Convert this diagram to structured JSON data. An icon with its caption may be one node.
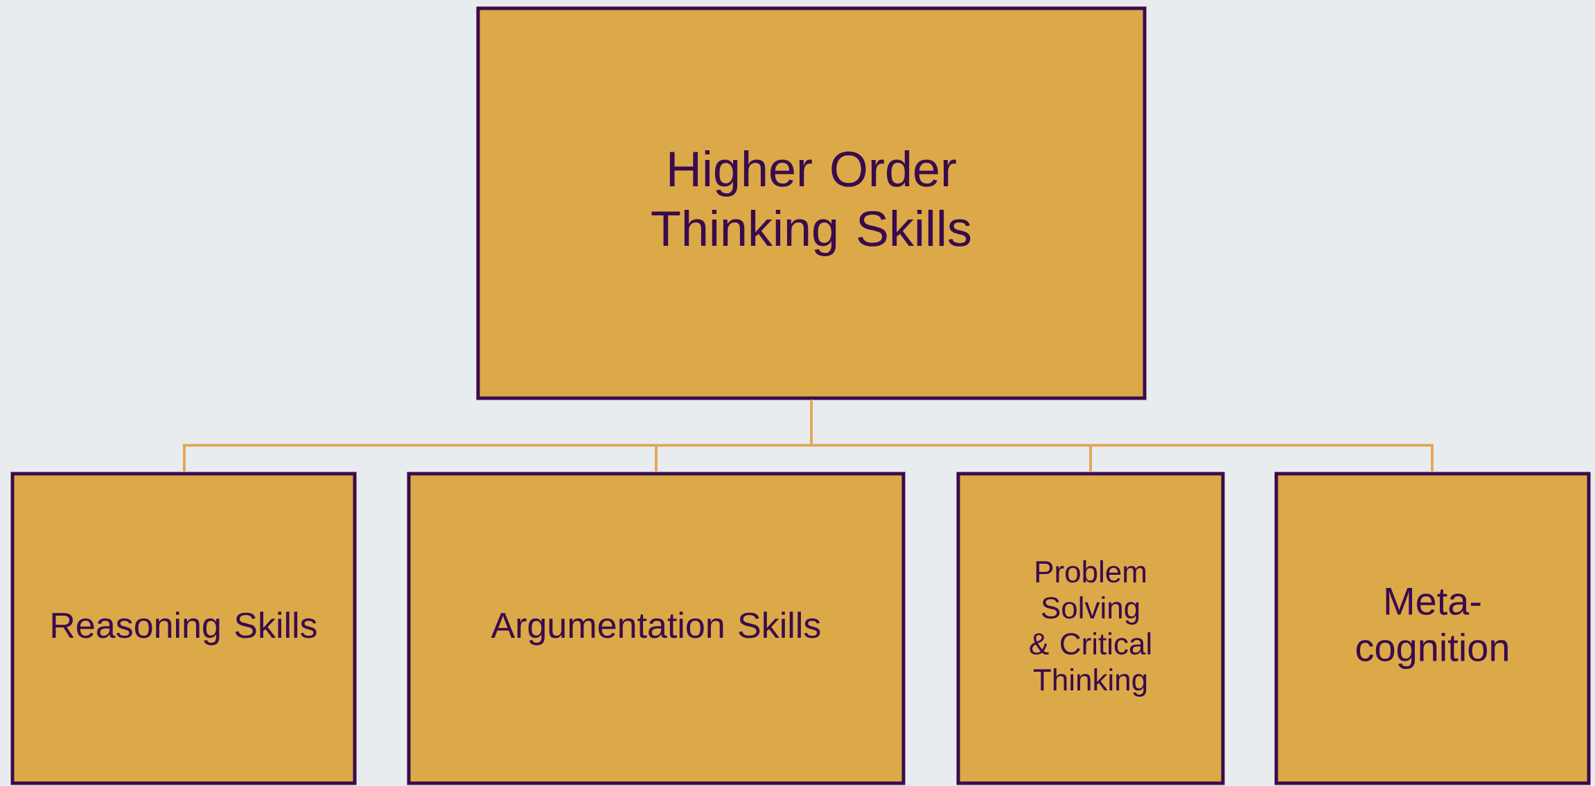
{
  "diagram": {
    "nodes": [
      {
        "text": [
          "Higher Order Thinking Skills"
        ]
      },
      {
        "text": [
          "Reasoning Skills"
        ]
      },
      {
        "text": [
          "Argumentation Skills"
        ]
      },
      {
        "text": [
          "Problem Solving & Critical Thinking"
        ]
      },
      {
        "text": [
          "Meta-cognition"
        ]
      }
    ],
    "edges": [
      {
        "from": 0,
        "to": 1,
        "arrow": "none"
      },
      {
        "from": 0,
        "to": 2,
        "arrow": "none"
      },
      {
        "from": 0,
        "to": 3,
        "arrow": "none"
      },
      {
        "from": 0,
        "to": 4,
        "arrow": "none"
      }
    ]
  }
}
